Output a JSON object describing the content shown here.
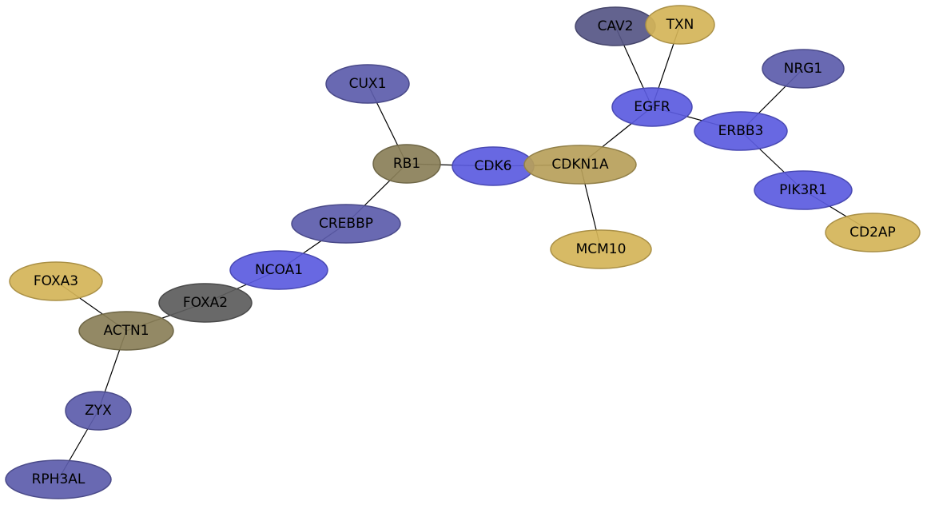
{
  "colors": {
    "blue": "#5b5be0",
    "slate": "#5c5cab",
    "navy": "#565686",
    "gold": "#d4b458",
    "gold_dark": "#b7a05a",
    "olive": "#8a7f58",
    "gray": "#5c5c5c"
  },
  "graph": {
    "nodes": [
      {
        "id": "CAV2",
        "label": "CAV2",
        "color": "navy"
      },
      {
        "id": "TXN",
        "label": "TXN",
        "color": "gold"
      },
      {
        "id": "NRG1",
        "label": "NRG1",
        "color": "slate"
      },
      {
        "id": "EGFR",
        "label": "EGFR",
        "color": "blue"
      },
      {
        "id": "ERBB3",
        "label": "ERBB3",
        "color": "blue"
      },
      {
        "id": "CUX1",
        "label": "CUX1",
        "color": "slate"
      },
      {
        "id": "RB1",
        "label": "RB1",
        "color": "olive"
      },
      {
        "id": "CDK6",
        "label": "CDK6",
        "color": "blue"
      },
      {
        "id": "CDKN1A",
        "label": "CDKN1A",
        "color": "gold_dark"
      },
      {
        "id": "PIK3R1",
        "label": "PIK3R1",
        "color": "blue"
      },
      {
        "id": "CD2AP",
        "label": "CD2AP",
        "color": "gold"
      },
      {
        "id": "CREBBP",
        "label": "CREBBP",
        "color": "slate"
      },
      {
        "id": "MCM10",
        "label": "MCM10",
        "color": "gold"
      },
      {
        "id": "NCOA1",
        "label": "NCOA1",
        "color": "blue"
      },
      {
        "id": "FOXA3",
        "label": "FOXA3",
        "color": "gold"
      },
      {
        "id": "FOXA2",
        "label": "FOXA2",
        "color": "gray"
      },
      {
        "id": "ACTN1",
        "label": "ACTN1",
        "color": "olive"
      },
      {
        "id": "ZYX",
        "label": "ZYX",
        "color": "slate"
      },
      {
        "id": "RPH3AL",
        "label": "RPH3AL",
        "color": "slate"
      }
    ],
    "edges": [
      [
        "CAV2",
        "EGFR"
      ],
      [
        "TXN",
        "EGFR"
      ],
      [
        "EGFR",
        "ERBB3"
      ],
      [
        "EGFR",
        "CDKN1A"
      ],
      [
        "NRG1",
        "ERBB3"
      ],
      [
        "ERBB3",
        "PIK3R1"
      ],
      [
        "PIK3R1",
        "CD2AP"
      ],
      [
        "CDKN1A",
        "CDK6"
      ],
      [
        "CDKN1A",
        "MCM10"
      ],
      [
        "CDK6",
        "RB1"
      ],
      [
        "CUX1",
        "RB1"
      ],
      [
        "RB1",
        "CREBBP"
      ],
      [
        "CREBBP",
        "NCOA1"
      ],
      [
        "NCOA1",
        "FOXA2"
      ],
      [
        "FOXA2",
        "ACTN1"
      ],
      [
        "FOXA3",
        "ACTN1"
      ],
      [
        "ACTN1",
        "ZYX"
      ],
      [
        "ZYX",
        "RPH3AL"
      ]
    ]
  }
}
